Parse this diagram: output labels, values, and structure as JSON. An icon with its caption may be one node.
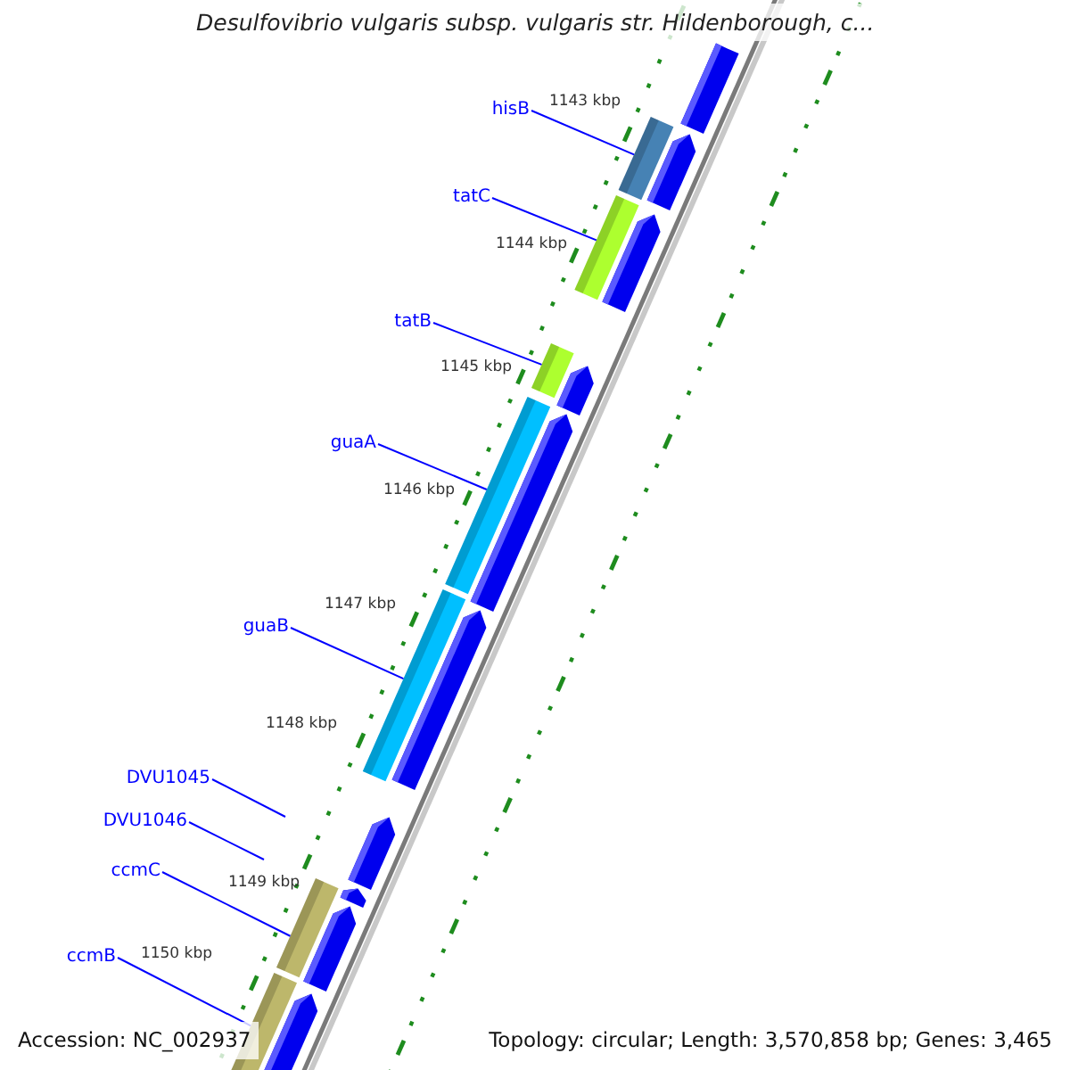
{
  "diagram": {
    "title": "Desulfovibrio vulgaris subsp. vulgaris str. Hildenborough, c...",
    "nodes": [
      {
        "text": [
          "hisB"
        ]
      },
      {
        "text": [
          "tatC"
        ]
      },
      {
        "text": [
          "tatB"
        ]
      },
      {
        "text": [
          "guaA"
        ]
      },
      {
        "text": [
          "guaB"
        ]
      },
      {
        "text": [
          "DVU1045"
        ]
      },
      {
        "text": [
          "DVU1046"
        ]
      },
      {
        "text": [
          "ccmC"
        ]
      },
      {
        "text": [
          "ccmB"
        ]
      },
      {
        "text": [],
        "shape": "bar"
      },
      {
        "text": [],
        "shape": "bar"
      },
      {
        "text": [],
        "shape": "bar"
      },
      {
        "text": [],
        "shape": "bar"
      },
      {
        "text": [],
        "shape": "bar"
      },
      {
        "text": [],
        "shape": "bar"
      },
      {
        "text": [],
        "shape": "bar"
      },
      {
        "text": [],
        "shape": "pentagon"
      },
      {
        "text": [],
        "shape": "pentagon"
      },
      {
        "text": [],
        "shape": "pentagon"
      },
      {
        "text": [],
        "shape": "pentagon"
      },
      {
        "text": [],
        "shape": "pentagon"
      },
      {
        "text": [],
        "shape": "pentagon"
      },
      {
        "text": [],
        "shape": "pentagon"
      },
      {
        "text": [],
        "shape": "pentagon"
      },
      {
        "text": [],
        "shape": "pentagon"
      },
      {
        "text": [],
        "shape": "pentagon"
      }
    ],
    "edges": [
      {
        "from": 0,
        "to": 9,
        "arrow": "none"
      },
      {
        "from": 1,
        "to": 10,
        "arrow": "none"
      },
      {
        "from": 2,
        "to": 11,
        "arrow": "none"
      },
      {
        "from": 3,
        "to": 12,
        "arrow": "none"
      },
      {
        "from": 4,
        "to": 13,
        "arrow": "none"
      },
      {
        "from": 5,
        "to": null,
        "arrow": "none"
      },
      {
        "from": 6,
        "to": null,
        "arrow": "none"
      },
      {
        "from": 7,
        "to": 14,
        "arrow": "none"
      },
      {
        "from": 8,
        "to": 15,
        "arrow": "none"
      }
    ],
    "labels": [
      "1143 kbp",
      "1144 kbp",
      "1145 kbp",
      "1146 kbp",
      "1147 kbp",
      "1148 kbp",
      "1149 kbp",
      "1150 kbp",
      "Accession: NC_002937",
      "Topology: circular; Length: 3,570,858 bp; Genes: 3,465"
    ]
  }
}
